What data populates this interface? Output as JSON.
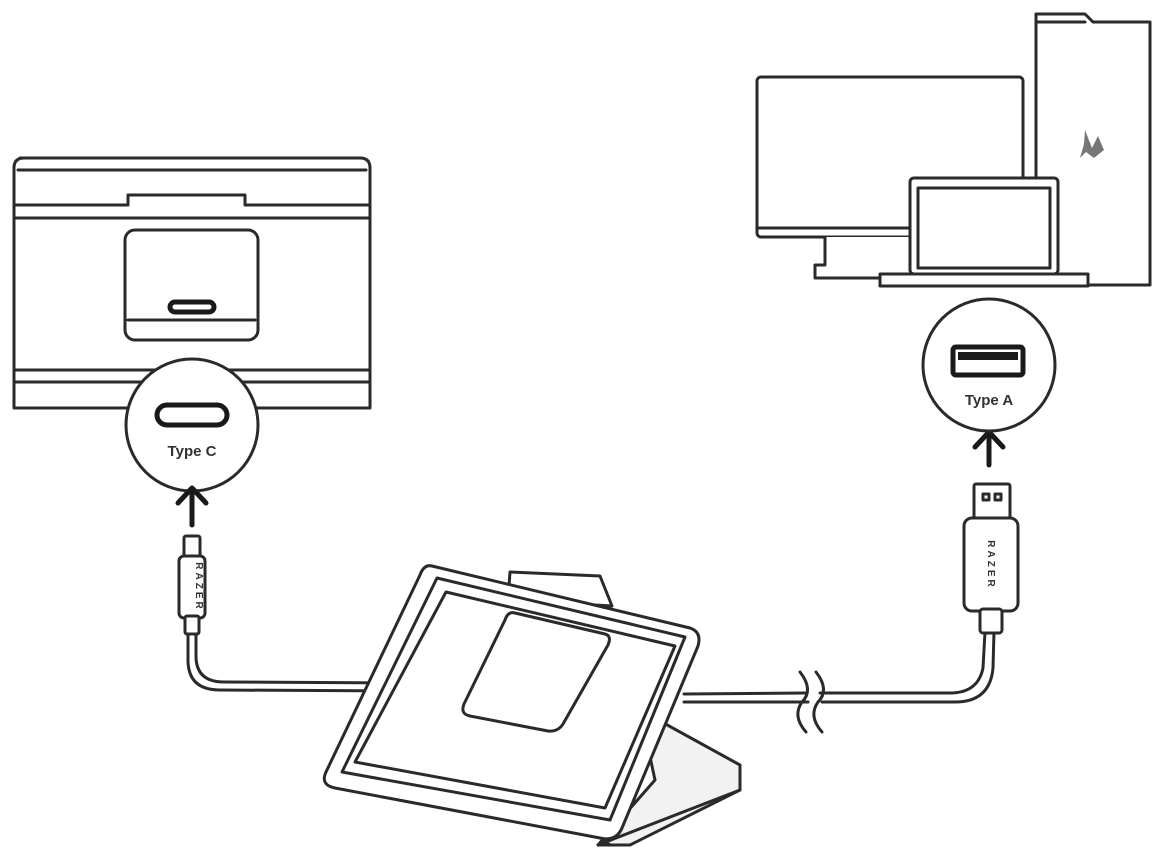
{
  "ports": {
    "left": {
      "label": "Type C"
    },
    "right": {
      "label": "Type A"
    }
  },
  "cable": {
    "brand_left": "RAZER",
    "brand_right": "RAZER"
  },
  "icons": {
    "pc_logo": "razer-snake-logo-icon"
  },
  "colors": {
    "line": "#2a2a2a",
    "background": "#ffffff"
  }
}
